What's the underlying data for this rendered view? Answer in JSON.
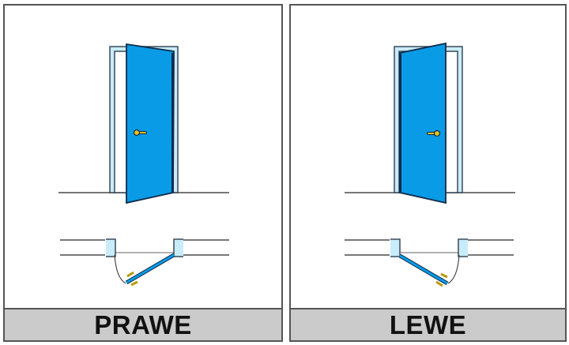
{
  "panels": [
    {
      "id": "right-hand",
      "label": "PRAWE",
      "hinge_side": "left",
      "handle_icon": "arrow-left-handle-icon"
    },
    {
      "id": "left-hand",
      "label": "LEWE",
      "hinge_side": "right",
      "handle_icon": "arrow-right-handle-icon"
    }
  ],
  "colors": {
    "door_fill": "#0a9be6",
    "door_stroke": "#0b2a4a",
    "frame_fill": "#c9ecfa",
    "frame_stroke": "#3a4a5a",
    "handle": "#e8c21a",
    "wall_line": "#777777",
    "label_bg": "#cbcbcb",
    "panel_border": "#555555"
  }
}
